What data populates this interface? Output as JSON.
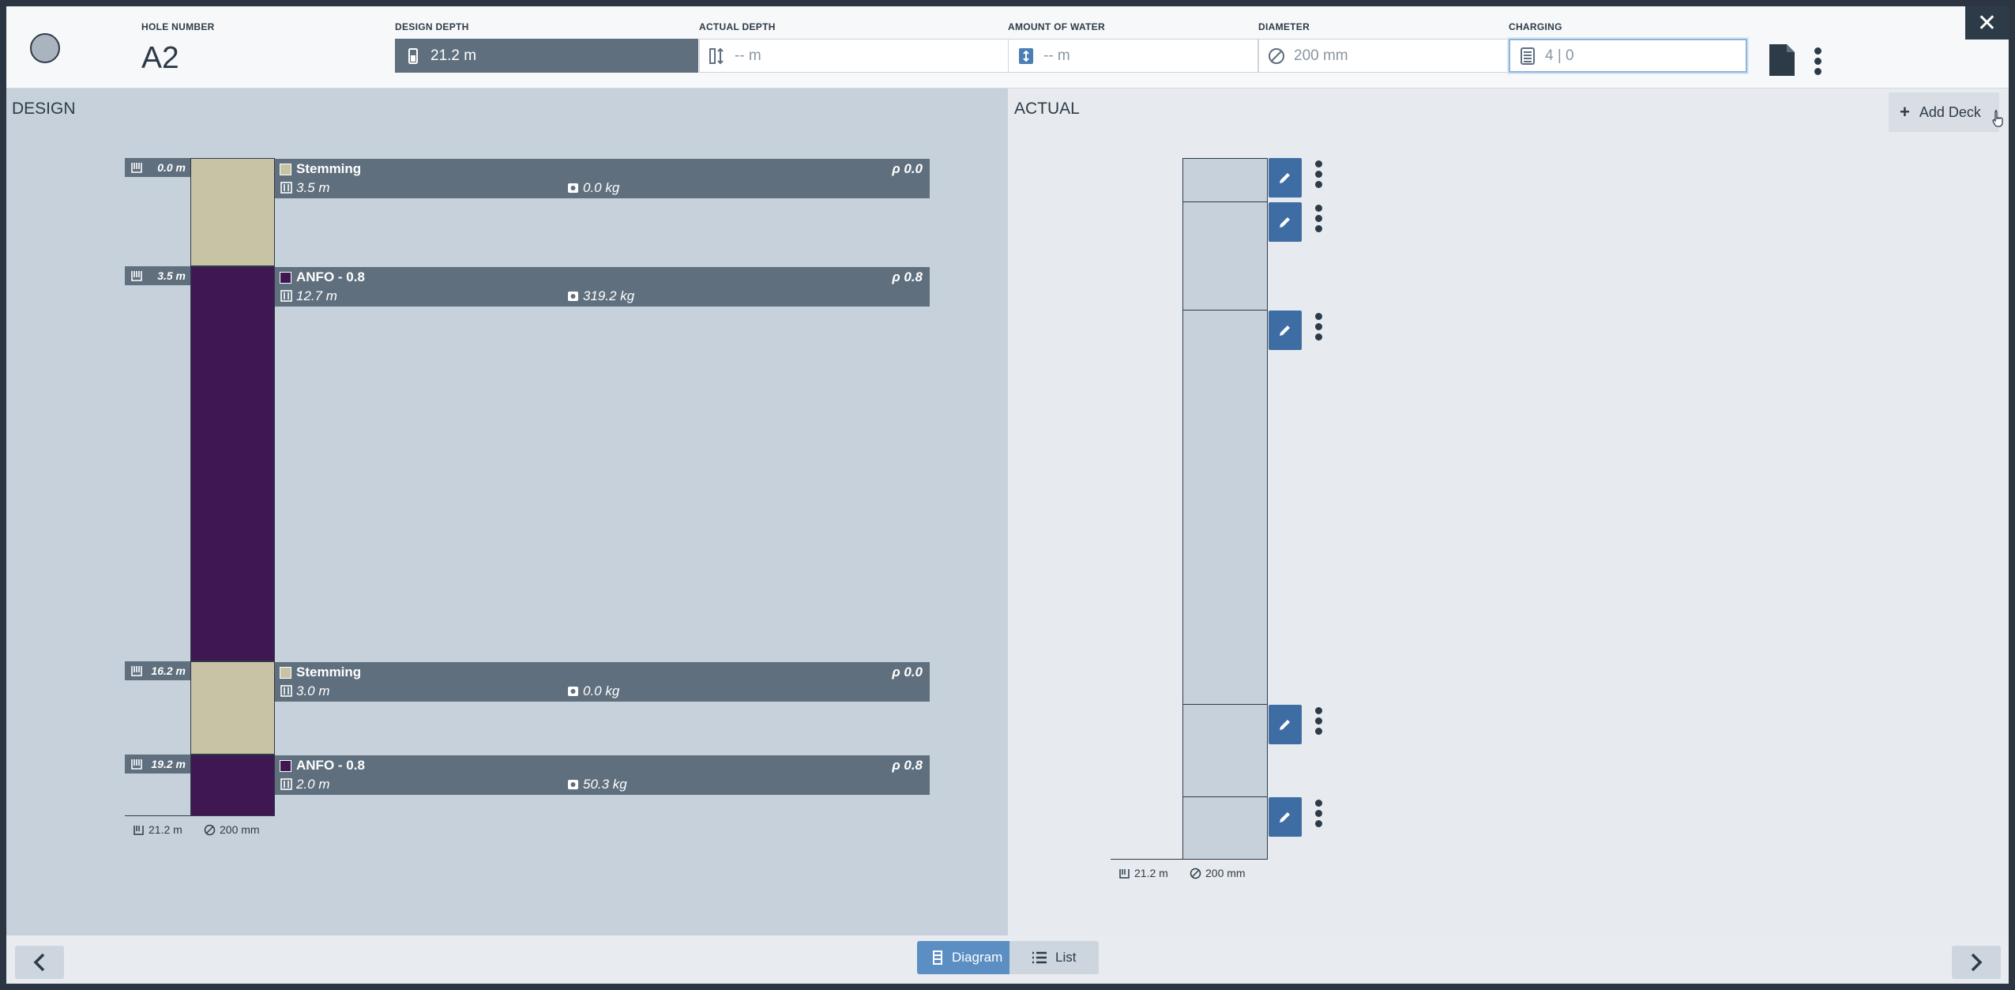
{
  "header": {
    "hole_number_label": "HOLE NUMBER",
    "hole_number": "A2",
    "design_depth_label": "DESIGN DEPTH",
    "design_depth_value": "21.2 m",
    "actual_depth_label": "ACTUAL DEPTH",
    "actual_depth_value": "-- m",
    "water_label": "AMOUNT OF WATER",
    "water_value": "-- m",
    "diameter_label": "DIAMETER",
    "diameter_value": "200 mm",
    "charging_label": "CHARGING",
    "charging_value": "4  |  0",
    "close_symbol": "✕",
    "icons": [
      "status-dot",
      "design-depth-icon",
      "actual-depth-icon",
      "water-icon",
      "diameter-icon",
      "charging-icon",
      "document-icon",
      "more-vert-icon",
      "close-icon"
    ]
  },
  "design": {
    "title": "DESIGN",
    "decks": [
      {
        "top": "0.0 m",
        "name": "Stemming",
        "rho": "ρ 0.0",
        "length": "3.5 m",
        "mass": "0.0 kg",
        "color": "#c8c3a4"
      },
      {
        "top": "3.5 m",
        "name": "ANFO - 0.8",
        "rho": "ρ 0.8",
        "length": "12.7 m",
        "mass": "319.2 kg",
        "color": "#3f1852"
      },
      {
        "top": "16.2 m",
        "name": "Stemming",
        "rho": "ρ 0.0",
        "length": "3.0 m",
        "mass": "0.0 kg",
        "color": "#c8c3a4"
      },
      {
        "top": "19.2 m",
        "name": "ANFO - 0.8",
        "rho": "ρ 0.8",
        "length": "2.0 m",
        "mass": "50.3 kg",
        "color": "#3f1852"
      }
    ],
    "footer_depth": "21.2 m",
    "footer_diameter": "200 mm"
  },
  "actual": {
    "title": "ACTUAL",
    "add_deck_label": "Add Deck",
    "add_deck_symbol": "+",
    "deck_count": 5,
    "footer_depth": "21.2 m",
    "footer_diameter": "200 mm"
  },
  "footer": {
    "diagram_label": "Diagram",
    "list_label": "List",
    "active_view": "Diagram"
  },
  "colors": {
    "dark": "#2d3b48",
    "slate": "#5f6f7e",
    "accent_blue": "#3e6da3",
    "toggle_active": "#5b8ec2",
    "stemming": "#c8c3a4",
    "anfo": "#3f1852"
  }
}
